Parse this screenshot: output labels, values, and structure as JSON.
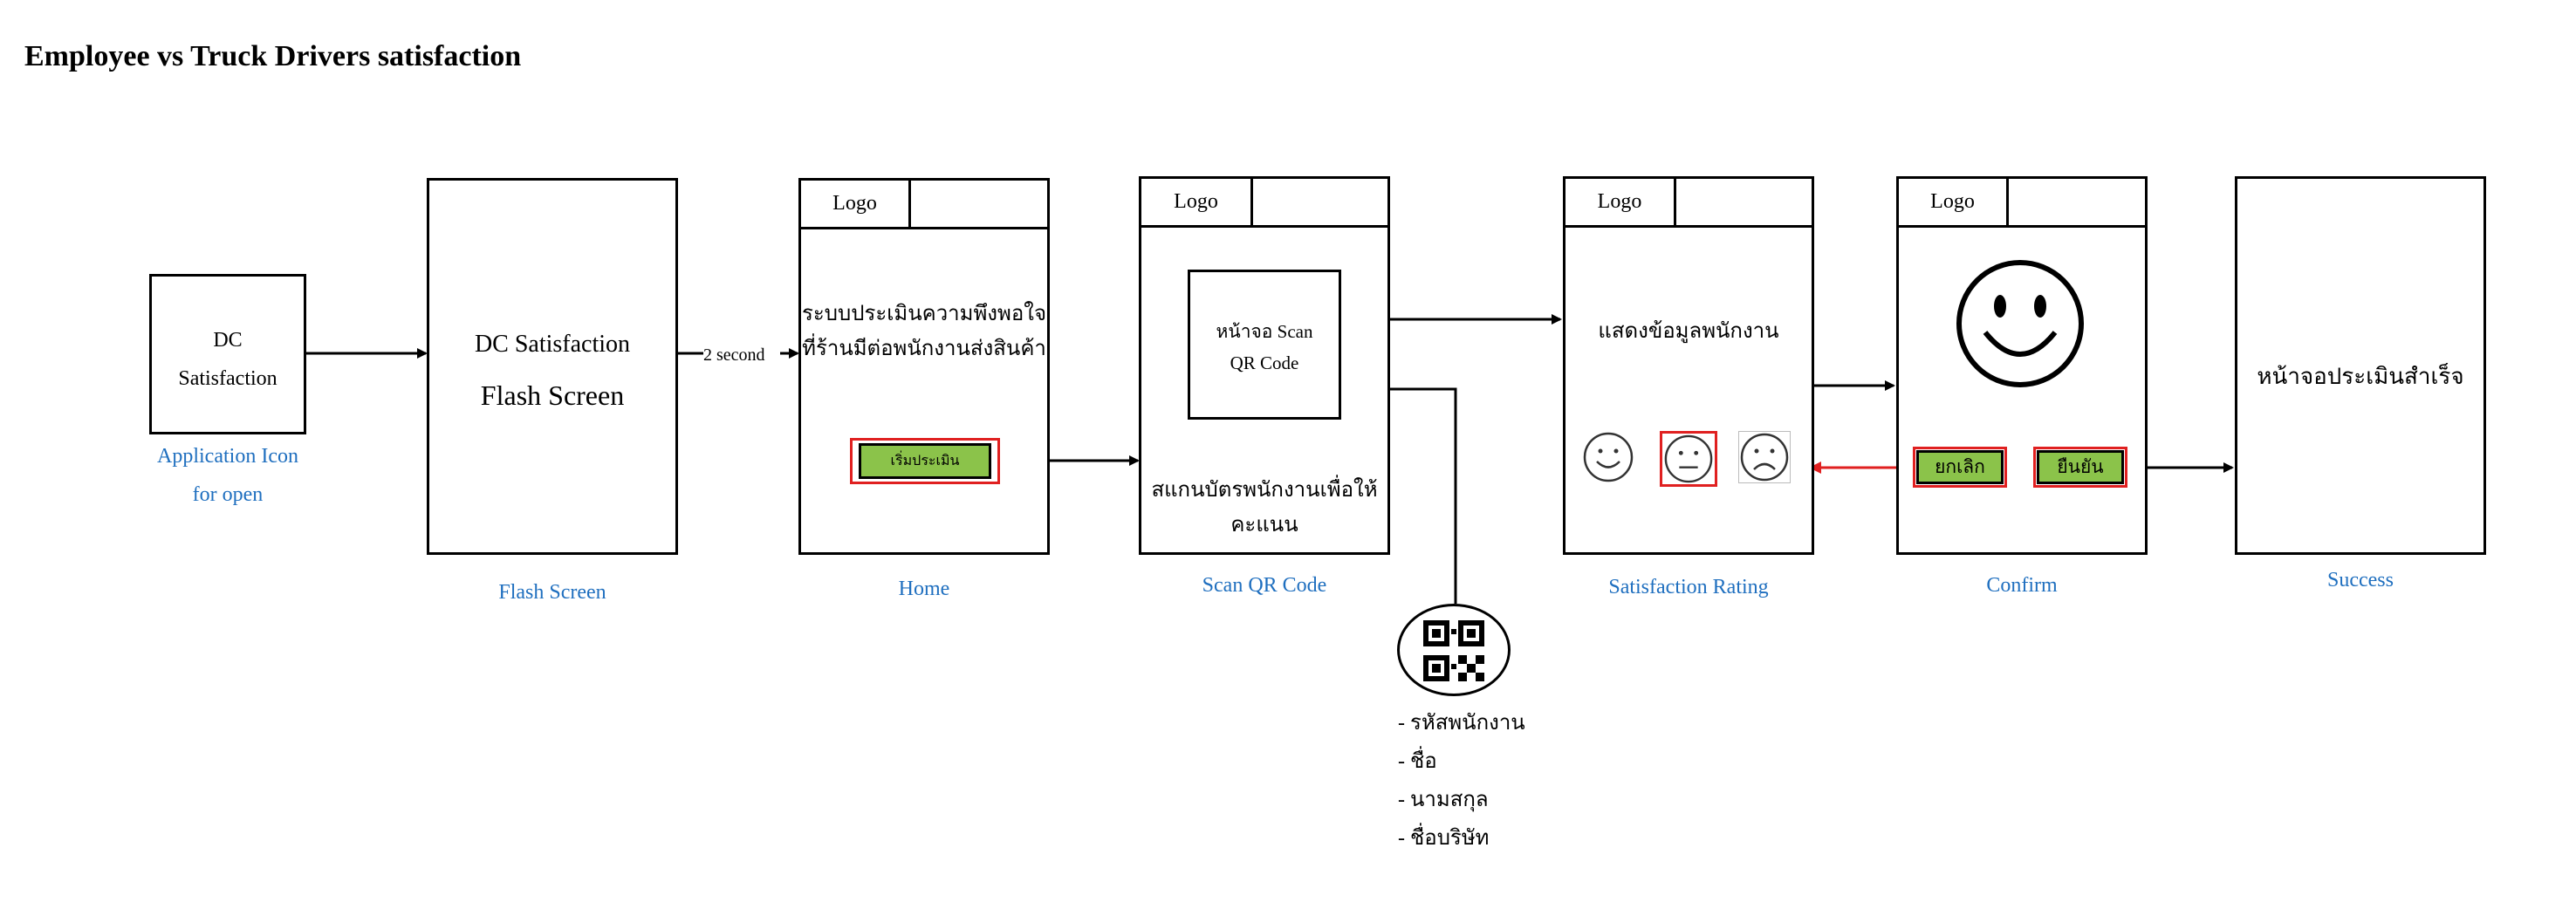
{
  "title": "Employee vs Truck Drivers satisfaction",
  "screens": {
    "app_icon": {
      "line1": "DC",
      "line2": "Satisfaction",
      "caption_line1": "Application Icon",
      "caption_line2": "for open"
    },
    "flash": {
      "line1": "DC Satisfaction",
      "line2": "Flash Screen",
      "caption": "Flash Screen"
    },
    "transition_label": "2 second",
    "home": {
      "logo": "Logo",
      "text_line1": "ระบบประเมินความพึงพอใจ",
      "text_line2": "ที่ร้านมีต่อพนักงานส่งสินค้า",
      "button": "เริ่มประเมิน",
      "caption": "Home"
    },
    "scan": {
      "logo": "Logo",
      "inner_line1": "หน้าจอ Scan",
      "inner_line2": "QR Code",
      "text_line1": "สแกนบัตรพนักงานเพื่อให้",
      "text_line2": "คะแนน",
      "caption": "Scan QR Code"
    },
    "qr": {
      "fields": [
        "- รหัสพนักงาน",
        "- ชื่อ",
        "- นามสกุล",
        "- ชื่อบริษัท"
      ]
    },
    "rating": {
      "logo": "Logo",
      "text": "แสดงข้อมูลพนักงาน",
      "caption": "Satisfaction Rating"
    },
    "confirm": {
      "logo": "Logo",
      "cancel": "ยกเลิก",
      "confirm": "ยืนยัน",
      "caption": "Confirm"
    },
    "success": {
      "text": "หน้าจอประเมินสำเร็จ",
      "caption": "Success"
    }
  },
  "icons": [
    "smile-face-icon",
    "neutral-face-icon",
    "sad-face-icon",
    "big-smile-face-icon",
    "qr-code-icon"
  ],
  "colors": {
    "caption": "#1f6fbf",
    "button": "#8bc34a",
    "highlight": "#e02020"
  }
}
